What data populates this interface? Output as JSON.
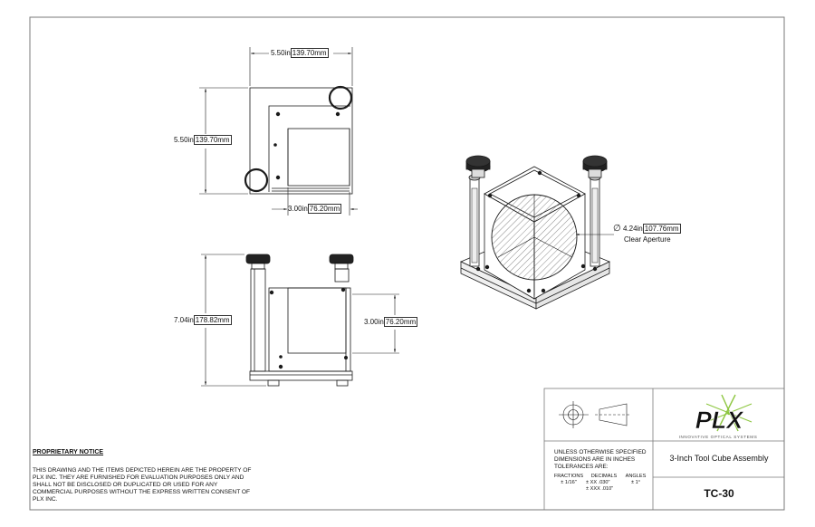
{
  "top_view": {
    "width_dim": {
      "value_in": "5.50in",
      "value_mm": "139.70mm"
    },
    "height_dim": {
      "value_in": "5.50in",
      "value_mm": "139.70mm"
    },
    "inner_dim": {
      "value_in": "3.00in",
      "value_mm": "76.20mm"
    }
  },
  "front_view": {
    "height_dim": {
      "value_in": "7.04in",
      "value_mm": "178.82mm"
    },
    "cube_dim": {
      "value_in": "3.00in",
      "value_mm": "76.20mm"
    }
  },
  "iso_view": {
    "aperture_dim": {
      "symbol": "∅",
      "value_in": "4.24in",
      "value_mm": "107.76mm"
    },
    "aperture_label": "Clear Aperture"
  },
  "notice": {
    "title": "PROPRIETARY NOTICE",
    "lines": [
      "THIS DRAWING AND THE ITEMS DEPICTED HEREIN ARE THE PROPERTY OF",
      "PLX INC. THEY ARE FURNISHED FOR EVALUATION PURPOSES ONLY AND",
      "SHALL NOT BE DISCLOSED OR DUPLICATED OR USED FOR ANY",
      "COMMERCIAL PURPOSES WITHOUT THE EXPRESS WRITTEN CONSENT OF",
      "PLX INC."
    ]
  },
  "title_block": {
    "logo_text": "PLX",
    "logo_tagline": "INNOVATIVE OPTICAL SYSTEMS",
    "tolerance_lines": [
      "UNLESS OTHERWISE SPECIFIED",
      "DIMENSIONS ARE IN INCHES",
      "TOLERANCES ARE:"
    ],
    "fractions_header": "FRACTIONS",
    "fractions_value": "± 1/16\"",
    "decimals_header": "DECIMALS",
    "decimals_xx": "± XX .030\"",
    "decimals_xxx": "± XXX .010\"",
    "angles_header": "ANGLES",
    "angles_value": "± 1°",
    "title": "3-Inch Tool Cube Assembly",
    "part_number": "TC-30"
  },
  "colors": {
    "line": "#1a1a1a",
    "frame": "#7a7a7a",
    "logo_green": "#8dc63f",
    "logo_black": "#111111"
  }
}
